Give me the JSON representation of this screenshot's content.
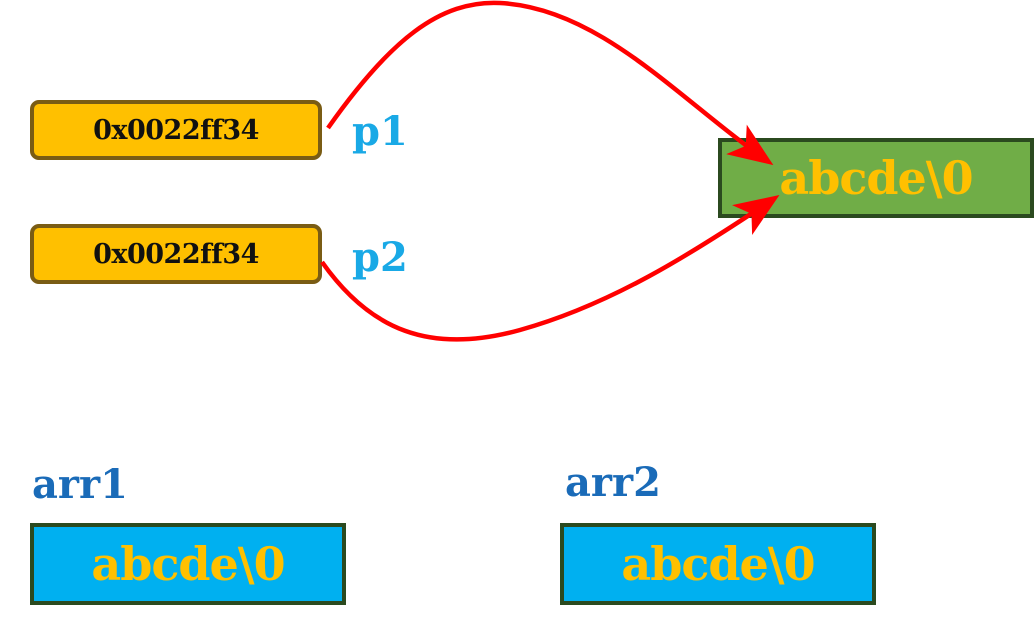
{
  "pointers": [
    {
      "address": "0x0022ff34",
      "name": "p1"
    },
    {
      "address": "0x0022ff34",
      "name": "p2"
    }
  ],
  "constant_string": "abcde\\0",
  "arrays": [
    {
      "name": "arr1",
      "content": "abcde\\0"
    },
    {
      "name": "arr2",
      "content": "abcde\\0"
    }
  ],
  "colors": {
    "pointer_box": "#ffc000",
    "pointer_label": "#19a9e6",
    "constant_box": "#70ad47",
    "array_box": "#00b0f0",
    "array_label": "#1a6bb8",
    "string_text": "#ffc000",
    "arrow": "#ff0000"
  }
}
